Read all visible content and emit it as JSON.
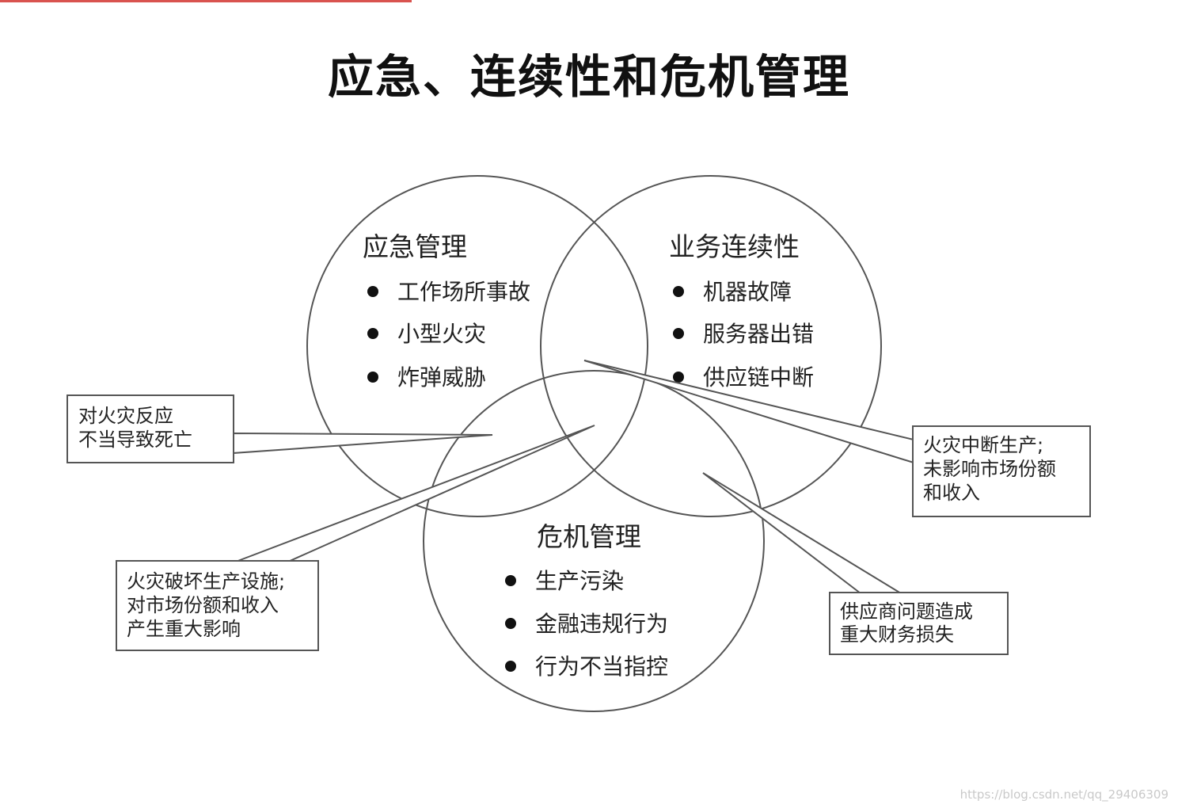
{
  "title": "应急、连续性和危机管理",
  "circles": {
    "emergency": {
      "label": "应急管理",
      "items": [
        "工作场所事故",
        "小型火灾",
        "炸弹威胁"
      ]
    },
    "continuity": {
      "label": "业务连续性",
      "items": [
        "机器故障",
        "服务器出错",
        "供应链中断"
      ]
    },
    "crisis": {
      "label": "危机管理",
      "items": [
        "生产污染",
        "金融违规行为",
        "行为不当指控"
      ]
    }
  },
  "callouts": {
    "fire_response": [
      "对火灾反应",
      "不当导致死亡"
    ],
    "fire_interrupt": [
      "火灾中断生产;",
      "未影响市场份额",
      "和收入"
    ],
    "fire_destroy": [
      "火灾破坏生产设施;",
      "对市场份额和收入",
      "产生重大影响"
    ],
    "supplier": [
      "供应商问题造成",
      "重大财务损失"
    ]
  },
  "watermark": "https://blog.csdn.net/qq_29406309",
  "colors": {
    "stroke": "#555555",
    "text": "#222222",
    "accent_strip": "#d9534f"
  }
}
